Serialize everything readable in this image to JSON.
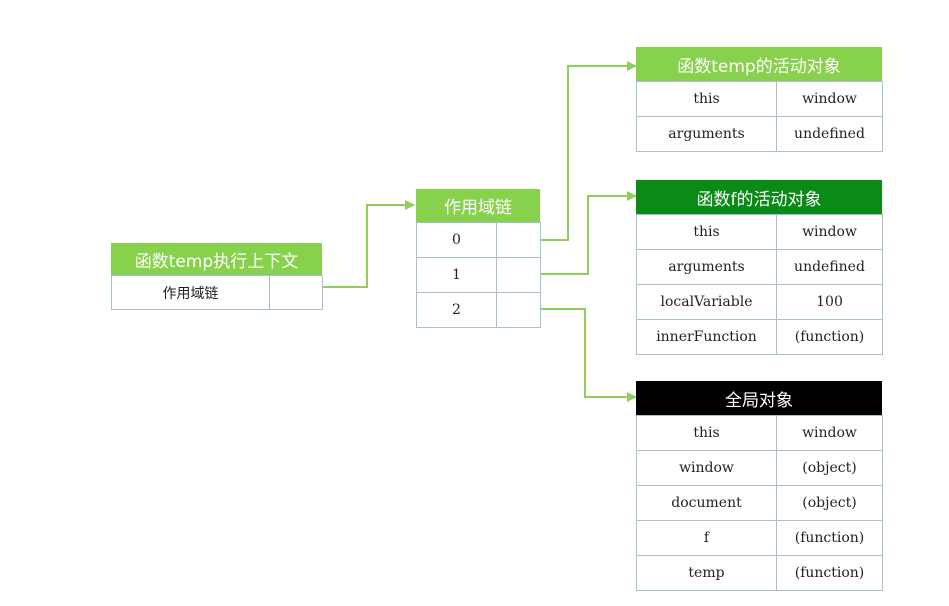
{
  "colors": {
    "light_green": "#88d14c",
    "dark_green": "#0a8a16",
    "black": "#000000",
    "border": "#a7c0cf",
    "arrow": "#8fd05a"
  },
  "context": {
    "title": "函数temp执行上下文",
    "scope_label": "作用域链"
  },
  "scope_chain": {
    "title": "作用域链",
    "indices": [
      "0",
      "1",
      "2"
    ]
  },
  "temp_activation": {
    "title": "函数temp的活动对象",
    "rows": [
      {
        "key": "this",
        "value": "window"
      },
      {
        "key": "arguments",
        "value": "undefined"
      }
    ]
  },
  "f_activation": {
    "title": "函数f的活动对象",
    "rows": [
      {
        "key": "this",
        "value": "window"
      },
      {
        "key": "arguments",
        "value": "undefined"
      },
      {
        "key": "localVariable",
        "value": "100"
      },
      {
        "key": "innerFunction",
        "value": "(function)"
      }
    ]
  },
  "global_object": {
    "title": "全局对象",
    "rows": [
      {
        "key": "this",
        "value": "window"
      },
      {
        "key": "window",
        "value": "(object)"
      },
      {
        "key": "document",
        "value": "(object)"
      },
      {
        "key": "f",
        "value": "(function)"
      },
      {
        "key": "temp",
        "value": "(function)"
      }
    ]
  }
}
